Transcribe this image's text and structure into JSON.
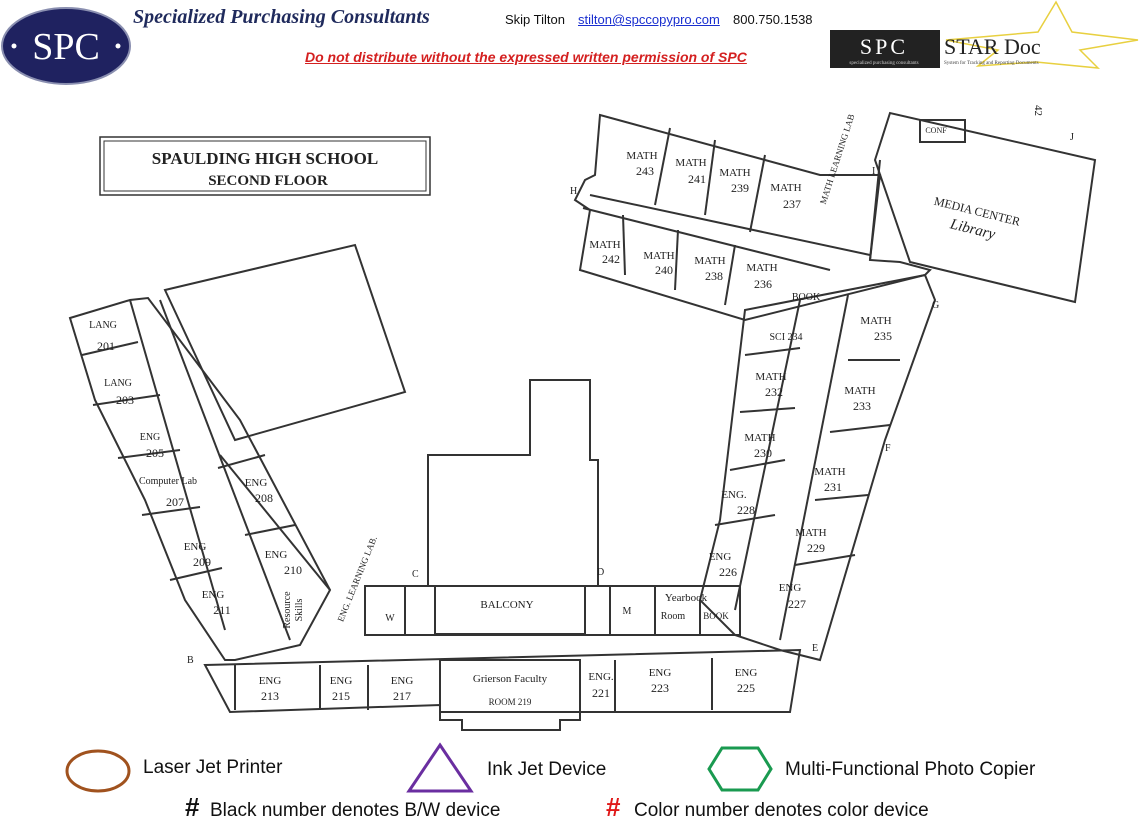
{
  "header": {
    "logo_text": "SPC",
    "company": "Specialized Purchasing Consultants",
    "contact_name": "Skip Tilton",
    "contact_email": "stilton@spccopypro.com",
    "contact_phone": "800.750.1538",
    "notice": "Do not distribute without the expressed written permission of SPC",
    "star_logo_spc": "SPC",
    "star_logo_spc_sub": "specialized purchasing consultants",
    "star_logo_title": "STAR Doc",
    "star_logo_sub": "System for Tracking and Reporting Documents"
  },
  "plan": {
    "title_line1": "SPAULDING HIGH SCHOOL",
    "title_line2": "SECOND FLOOR",
    "page_mark": "42",
    "rooms": [
      [
        "LANG",
        "201"
      ],
      [
        "LANG",
        "203"
      ],
      [
        "ENG",
        "205"
      ],
      [
        "Computer Lab",
        "207"
      ],
      [
        "ENG",
        "209"
      ],
      [
        "ENG",
        "211"
      ],
      [
        "ENG",
        "208"
      ],
      [
        "ENG",
        "210"
      ],
      [
        "Resource",
        "Skills"
      ],
      [
        "ENG. LEARNING LAB.",
        ""
      ],
      [
        "ENG",
        "213"
      ],
      [
        "ENG",
        "215"
      ],
      [
        "ENG",
        "217"
      ],
      [
        "Grierson Faculty",
        "ROOM 219"
      ],
      [
        "ENG.",
        "221"
      ],
      [
        "ENG",
        "223"
      ],
      [
        "ENG",
        "225"
      ],
      [
        "BALCONY",
        ""
      ],
      [
        "W",
        ""
      ],
      [
        "M",
        ""
      ],
      [
        "Yearbook",
        "Room"
      ],
      [
        "BOOK",
        ""
      ],
      [
        "ENG",
        "226"
      ],
      [
        "ENG",
        "227"
      ],
      [
        "ENG.",
        "228"
      ],
      [
        "MATH",
        "229"
      ],
      [
        "MATH",
        "230"
      ],
      [
        "MATH",
        "231"
      ],
      [
        "MATH",
        "232"
      ],
      [
        "MATH",
        "233"
      ],
      [
        "SCI 234",
        ""
      ],
      [
        "MATH",
        "235"
      ],
      [
        "MATH",
        "236"
      ],
      [
        "BOOK",
        ""
      ],
      [
        "MATH",
        "237"
      ],
      [
        "MATH",
        "238"
      ],
      [
        "MATH",
        "239"
      ],
      [
        "MATH",
        "240"
      ],
      [
        "MATH",
        "241"
      ],
      [
        "MATH",
        "242"
      ],
      [
        "MATH",
        "243"
      ],
      [
        "MATH LEARNING LAB",
        ""
      ],
      [
        "CONF",
        ""
      ],
      [
        "MEDIA CENTER",
        "Library"
      ]
    ],
    "entrances": [
      "B",
      "C",
      "D",
      "E",
      "F",
      "G",
      "H",
      "I",
      "J"
    ]
  },
  "legend": {
    "laser": "Laser Jet Printer",
    "inkjet": "Ink Jet Device",
    "mfp": "Multi-Functional Photo Copier",
    "hash": "#",
    "bw_note": "Black number denotes B/W device",
    "color_note": "Color number denotes color device",
    "colors": {
      "laser": "#a0521e",
      "inkjet": "#6a2ea0",
      "mfp": "#1a9a50",
      "color_number": "#e01818"
    }
  }
}
